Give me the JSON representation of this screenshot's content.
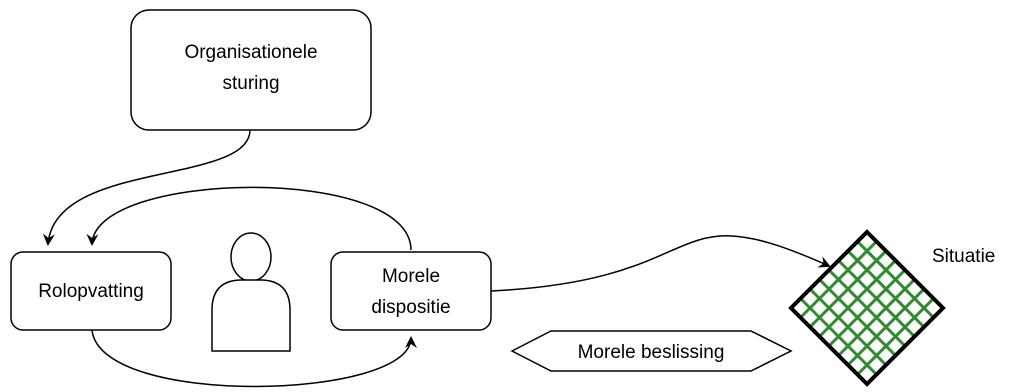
{
  "diagram": {
    "nodes": {
      "organisational_steering": {
        "lines": [
          "Organisationele",
          "sturing"
        ]
      },
      "role_conception": {
        "lines": [
          "Rolopvatting"
        ]
      },
      "moral_disposition": {
        "lines": [
          "Morele",
          "dispositie"
        ]
      },
      "moral_decision": {
        "lines": [
          "Morele beslissing"
        ]
      },
      "situation": {
        "label": "Situatie"
      },
      "person": {
        "icon": "person-icon"
      }
    },
    "colors": {
      "stroke": "#000000",
      "grid": "#2e8b2e",
      "fill": "#ffffff"
    }
  }
}
